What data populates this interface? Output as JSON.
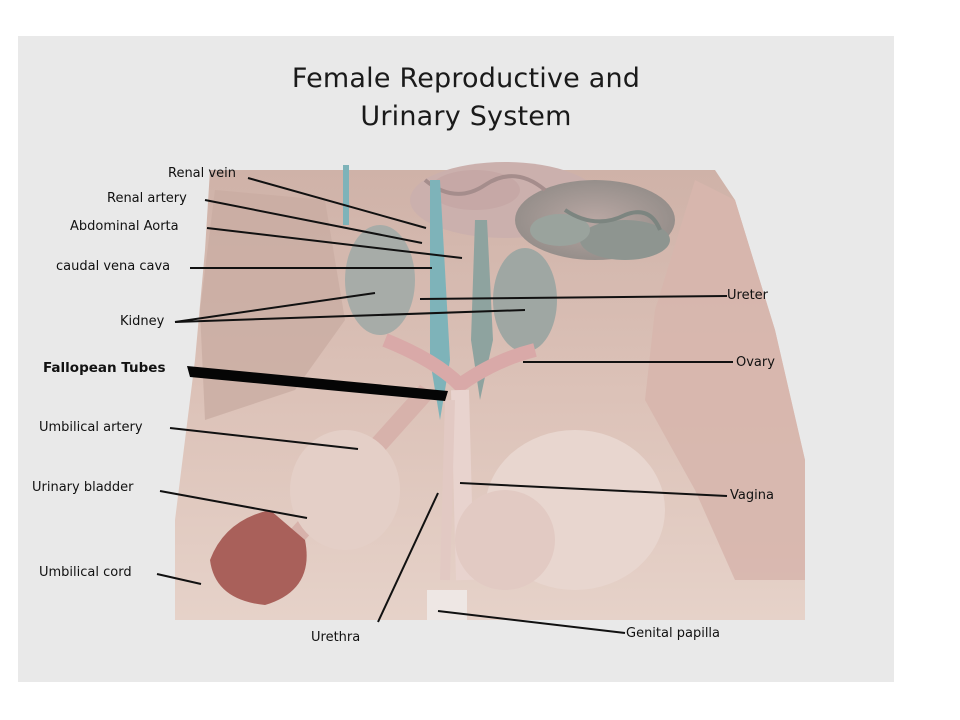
{
  "title": {
    "line1": "Female Reproductive and",
    "line2": "Urinary System"
  },
  "labels": {
    "renal_vein": "Renal vein",
    "renal_artery": "Renal artery",
    "abdominal_aorta": "Abdominal Aorta",
    "caudal_vena_cava": "caudal vena cava",
    "kidney": "Kidney",
    "fallopean_tubes": "Fallopean Tubes",
    "umbilical_artery": "Umbilical artery",
    "urinary_bladder": "Urinary bladder",
    "umbilical_cord": "Umbilical cord",
    "urethra": "Urethra",
    "ureter": "Ureter",
    "ovary": "Ovary",
    "vagina": "Vagina",
    "genital_papilla": "Genital papilla"
  },
  "colors": {
    "panel": "#e9e9e9",
    "tissue": "#d9bcb3",
    "vessel_blue": "#7fb0b5",
    "leader": "#111111"
  }
}
